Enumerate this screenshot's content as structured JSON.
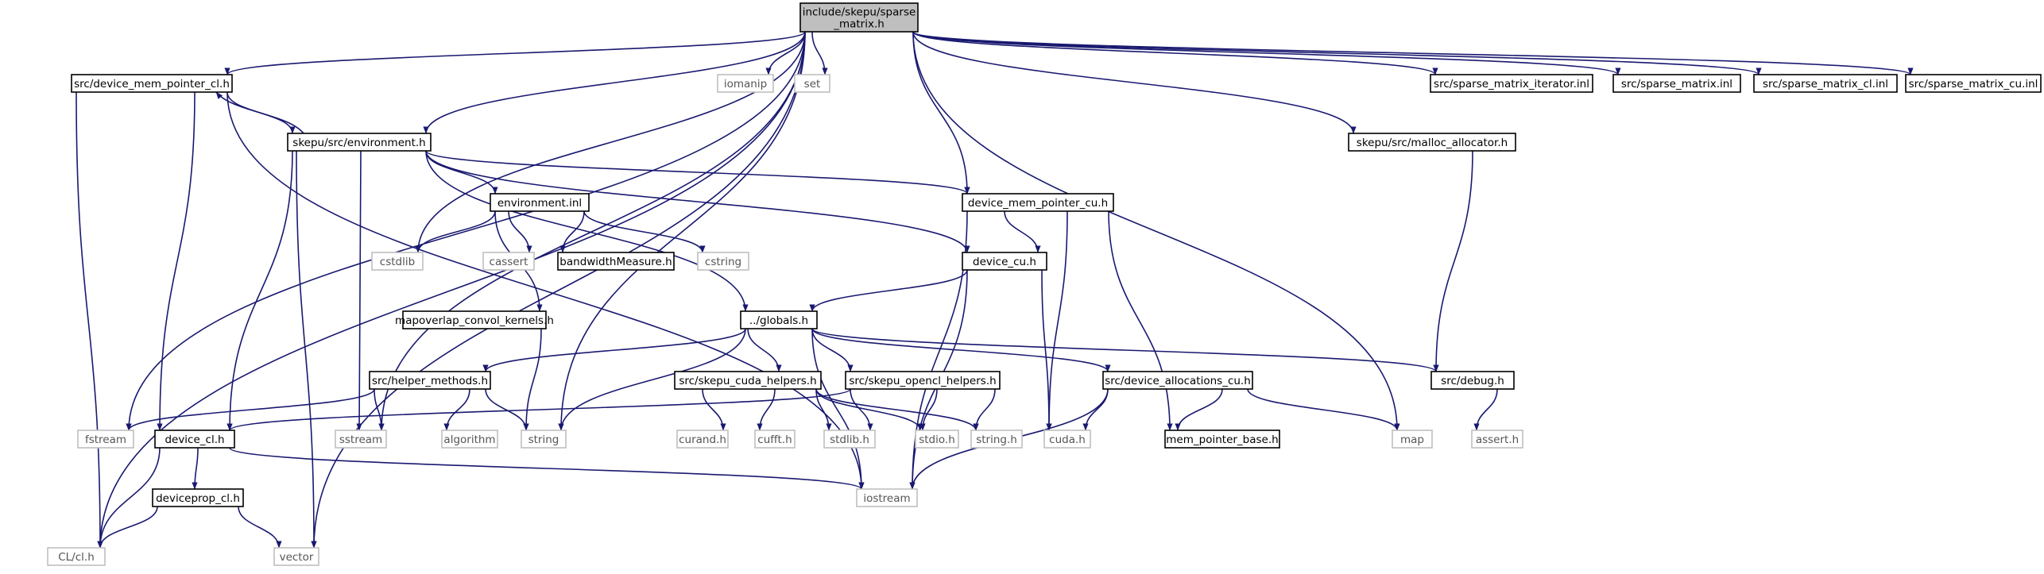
{
  "diagram": {
    "type": "include-dependency-graph",
    "root": "root",
    "colors": {
      "edge": "#191970",
      "root_fill": "#bfbfbf",
      "node_border": "#000000",
      "external_border": "#bfbfbf",
      "external_text": "#555555"
    },
    "nodes": [
      {
        "id": "root",
        "label": "include/skepu/sparse\n_matrix.h",
        "kind": "root"
      },
      {
        "id": "dmpcl",
        "label": "src/device_mem_pointer_cl.h",
        "kind": "file"
      },
      {
        "id": "iomanip",
        "label": "iomanip",
        "kind": "external"
      },
      {
        "id": "set",
        "label": "set",
        "kind": "external"
      },
      {
        "id": "smiter",
        "label": "src/sparse_matrix_iterator.inl",
        "kind": "file"
      },
      {
        "id": "sminl",
        "label": "src/sparse_matrix.inl",
        "kind": "file"
      },
      {
        "id": "smclinl",
        "label": "src/sparse_matrix_cl.inl",
        "kind": "file"
      },
      {
        "id": "smcuinl",
        "label": "src/sparse_matrix_cu.inl",
        "kind": "file"
      },
      {
        "id": "env",
        "label": "skepu/src/environment.h",
        "kind": "file"
      },
      {
        "id": "malloc",
        "label": "skepu/src/malloc_allocator.h",
        "kind": "file"
      },
      {
        "id": "envinl",
        "label": "environment.inl",
        "kind": "file"
      },
      {
        "id": "dmpcu",
        "label": "device_mem_pointer_cu.h",
        "kind": "file"
      },
      {
        "id": "cstdlib",
        "label": "cstdlib",
        "kind": "external"
      },
      {
        "id": "cassert",
        "label": "cassert",
        "kind": "external"
      },
      {
        "id": "bwm",
        "label": "bandwidthMeasure.h",
        "kind": "file"
      },
      {
        "id": "cstring",
        "label": "cstring",
        "kind": "external"
      },
      {
        "id": "devcu",
        "label": "device_cu.h",
        "kind": "file"
      },
      {
        "id": "mapov",
        "label": "mapoverlap_convol_kernels.h",
        "kind": "file"
      },
      {
        "id": "globals",
        "label": "../globals.h",
        "kind": "file"
      },
      {
        "id": "helper",
        "label": "src/helper_methods.h",
        "kind": "file"
      },
      {
        "id": "cudah",
        "label": "src/skepu_cuda_helpers.h",
        "kind": "file"
      },
      {
        "id": "oclh",
        "label": "src/skepu_opencl_helpers.h",
        "kind": "file"
      },
      {
        "id": "devalloc",
        "label": "src/device_allocations_cu.h",
        "kind": "file"
      },
      {
        "id": "debug",
        "label": "src/debug.h",
        "kind": "file"
      },
      {
        "id": "fstream",
        "label": "fstream",
        "kind": "external"
      },
      {
        "id": "devcl",
        "label": "device_cl.h",
        "kind": "file"
      },
      {
        "id": "sstream",
        "label": "sstream",
        "kind": "external"
      },
      {
        "id": "algorithm",
        "label": "algorithm",
        "kind": "external"
      },
      {
        "id": "string",
        "label": "string",
        "kind": "external"
      },
      {
        "id": "curand",
        "label": "curand.h",
        "kind": "external"
      },
      {
        "id": "cufft",
        "label": "cufft.h",
        "kind": "external"
      },
      {
        "id": "stdlib",
        "label": "stdlib.h",
        "kind": "external"
      },
      {
        "id": "stdio",
        "label": "stdio.h",
        "kind": "external"
      },
      {
        "id": "stringh",
        "label": "string.h",
        "kind": "external"
      },
      {
        "id": "cuda",
        "label": "cuda.h",
        "kind": "external"
      },
      {
        "id": "mpb",
        "label": "mem_pointer_base.h",
        "kind": "file"
      },
      {
        "id": "map",
        "label": "map",
        "kind": "external"
      },
      {
        "id": "asserth",
        "label": "assert.h",
        "kind": "external"
      },
      {
        "id": "devprop",
        "label": "deviceprop_cl.h",
        "kind": "file"
      },
      {
        "id": "iostream",
        "label": "iostream",
        "kind": "external"
      },
      {
        "id": "clh",
        "label": "CL/cl.h",
        "kind": "external"
      },
      {
        "id": "vector",
        "label": "vector",
        "kind": "external"
      }
    ],
    "edges": [
      [
        "root",
        "dmpcl"
      ],
      [
        "root",
        "iomanip"
      ],
      [
        "root",
        "set"
      ],
      [
        "root",
        "smiter"
      ],
      [
        "root",
        "sminl"
      ],
      [
        "root",
        "smclinl"
      ],
      [
        "root",
        "smcuinl"
      ],
      [
        "root",
        "env"
      ],
      [
        "root",
        "malloc"
      ],
      [
        "root",
        "dmpcu"
      ],
      [
        "root",
        "cstdlib"
      ],
      [
        "root",
        "string"
      ],
      [
        "root",
        "map"
      ],
      [
        "root",
        "vector"
      ],
      [
        "root",
        "fstream"
      ],
      [
        "root",
        "sstream"
      ],
      [
        "root",
        "clh"
      ],
      [
        "dmpcl",
        "env"
      ],
      [
        "dmpcl",
        "devcl"
      ],
      [
        "dmpcl",
        "clh"
      ],
      [
        "dmpcl",
        "iostream"
      ],
      [
        "env",
        "dmpcl"
      ],
      [
        "env",
        "envinl"
      ],
      [
        "env",
        "dmpcu"
      ],
      [
        "env",
        "devcu"
      ],
      [
        "env",
        "globals"
      ],
      [
        "env",
        "devcl"
      ],
      [
        "env",
        "sstream"
      ],
      [
        "env",
        "vector"
      ],
      [
        "envinl",
        "cstdlib"
      ],
      [
        "envinl",
        "cassert"
      ],
      [
        "envinl",
        "bwm"
      ],
      [
        "envinl",
        "cstring"
      ],
      [
        "envinl",
        "mapov"
      ],
      [
        "dmpcu",
        "devcu"
      ],
      [
        "dmpcu",
        "cuda"
      ],
      [
        "dmpcu",
        "mpb"
      ],
      [
        "dmpcu",
        "iostream"
      ],
      [
        "devcu",
        "globals"
      ],
      [
        "devcu",
        "cuda"
      ],
      [
        "devcu",
        "iostream"
      ],
      [
        "malloc",
        "debug"
      ],
      [
        "mapov",
        "string"
      ],
      [
        "globals",
        "helper"
      ],
      [
        "globals",
        "cudah"
      ],
      [
        "globals",
        "oclh"
      ],
      [
        "globals",
        "devalloc"
      ],
      [
        "globals",
        "debug"
      ],
      [
        "globals",
        "string"
      ],
      [
        "globals",
        "iostream"
      ],
      [
        "helper",
        "fstream"
      ],
      [
        "helper",
        "sstream"
      ],
      [
        "helper",
        "algorithm"
      ],
      [
        "helper",
        "string"
      ],
      [
        "cudah",
        "curand"
      ],
      [
        "cudah",
        "cufft"
      ],
      [
        "cudah",
        "stdlib"
      ],
      [
        "cudah",
        "stdio"
      ],
      [
        "cudah",
        "stringh"
      ],
      [
        "oclh",
        "devcl"
      ],
      [
        "oclh",
        "stdlib"
      ],
      [
        "oclh",
        "stdio"
      ],
      [
        "oclh",
        "stringh"
      ],
      [
        "devalloc",
        "cuda"
      ],
      [
        "devalloc",
        "mpb"
      ],
      [
        "devalloc",
        "map"
      ],
      [
        "devalloc",
        "iostream"
      ],
      [
        "debug",
        "asserth"
      ],
      [
        "devcl",
        "devprop"
      ],
      [
        "devcl",
        "clh"
      ],
      [
        "devcl",
        "iostream"
      ],
      [
        "devprop",
        "clh"
      ],
      [
        "devprop",
        "vector"
      ]
    ]
  }
}
